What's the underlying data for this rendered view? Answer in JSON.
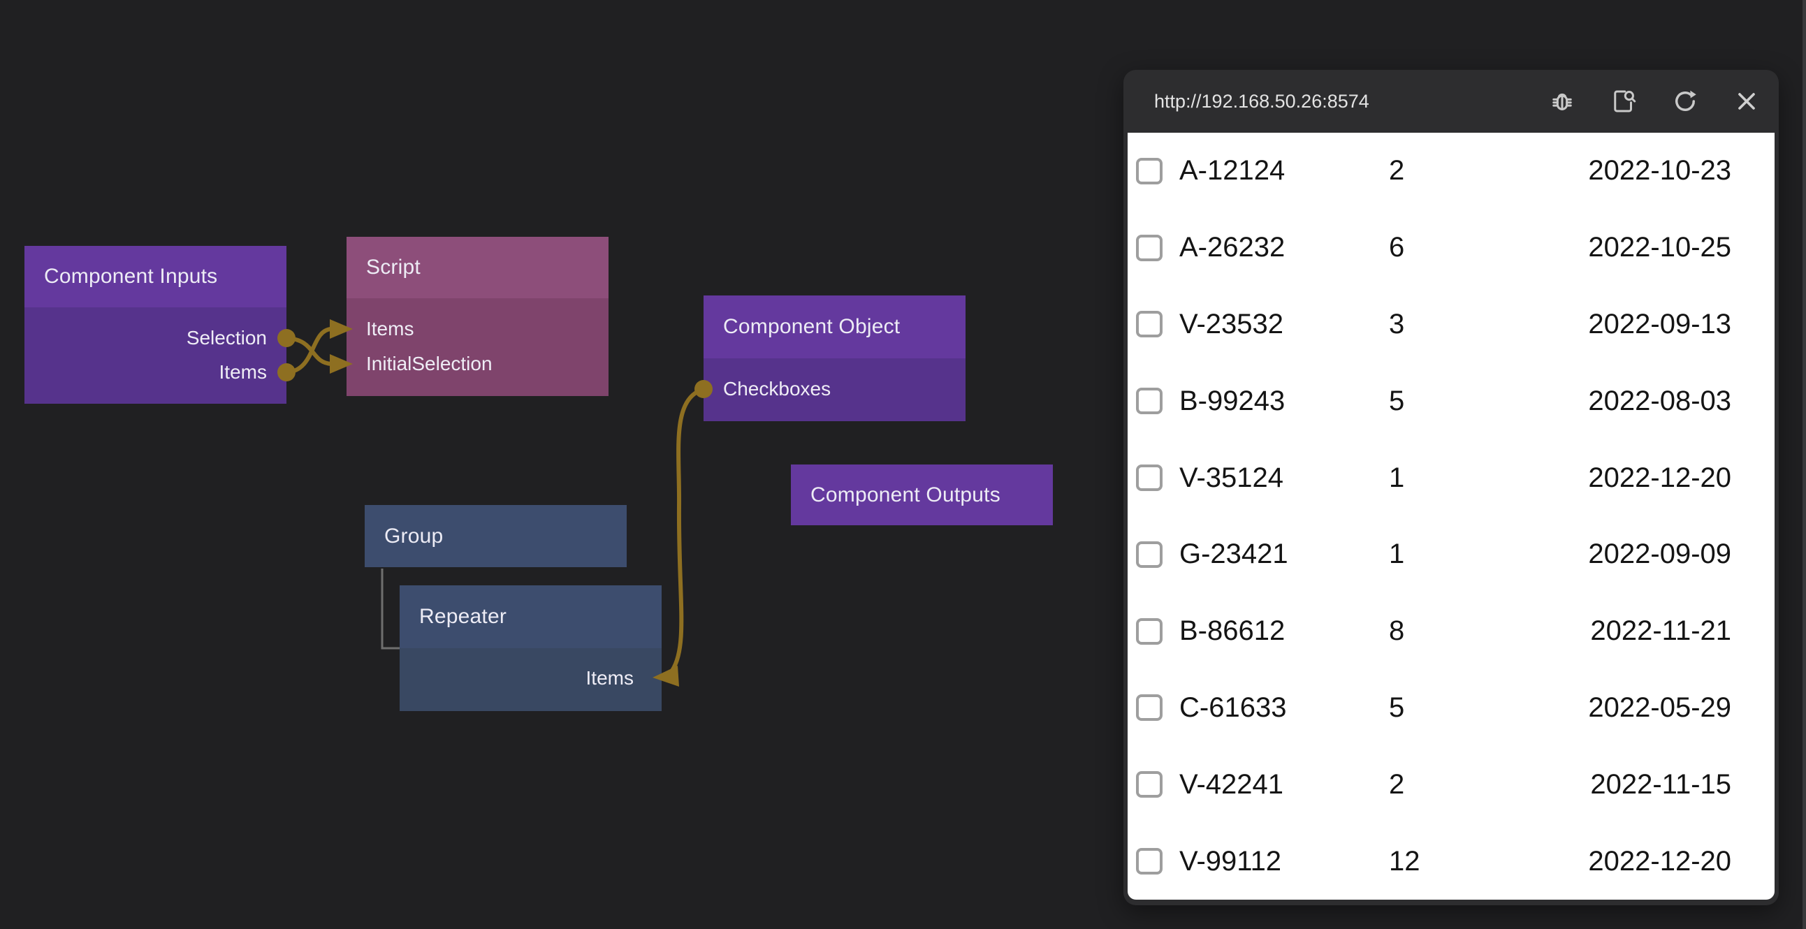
{
  "theme": {
    "canvas_bg": "#202022",
    "node_purple_header": "#64399e",
    "node_purple_body": "#56338c",
    "node_plum_header": "#8d4e7a",
    "node_plum_body": "#7f446c",
    "node_slate_header": "#3d4d6e",
    "node_slate_body": "#394862",
    "wire_color": "#8e6f21",
    "window_bg": "#2d2d2f",
    "window_text": "#e3e3e3"
  },
  "canvas": {
    "nodes": [
      {
        "title": "Component Inputs",
        "ports": [
          "Selection",
          "Items"
        ]
      },
      {
        "title": "Script",
        "ports": [
          "Items",
          "InitialSelection"
        ]
      },
      {
        "title": "Component Object",
        "ports": [
          "Checkboxes"
        ]
      },
      {
        "title": "Component Outputs",
        "ports": []
      },
      {
        "title": "Group",
        "ports": []
      },
      {
        "title": "Repeater",
        "ports": [
          "Items"
        ]
      }
    ],
    "connections": [
      {
        "from": "Component Inputs.Selection",
        "to": "Script.InitialSelection"
      },
      {
        "from": "Component Inputs.Items",
        "to": "Script.Items"
      },
      {
        "from": "Component Object.Checkboxes",
        "to": "Repeater.Items"
      }
    ]
  },
  "preview": {
    "url": "http://192.168.50.26:8574",
    "icons": [
      "debug-icon",
      "page-inspect-icon",
      "refresh-icon",
      "close-icon"
    ],
    "table": {
      "rows": [
        {
          "id": "A-12124",
          "qty": "2",
          "date": "2022-10-23"
        },
        {
          "id": "A-26232",
          "qty": "6",
          "date": "2022-10-25"
        },
        {
          "id": "V-23532",
          "qty": "3",
          "date": "2022-09-13"
        },
        {
          "id": "B-99243",
          "qty": "5",
          "date": "2022-08-03"
        },
        {
          "id": "V-35124",
          "qty": "1",
          "date": "2022-12-20"
        },
        {
          "id": "G-23421",
          "qty": "1",
          "date": "2022-09-09"
        },
        {
          "id": "B-86612",
          "qty": "8",
          "date": "2022-11-21"
        },
        {
          "id": "C-61633",
          "qty": "5",
          "date": "2022-05-29"
        },
        {
          "id": "V-42241",
          "qty": "2",
          "date": "2022-11-15"
        },
        {
          "id": "V-99112",
          "qty": "12",
          "date": "2022-12-20"
        }
      ]
    }
  }
}
